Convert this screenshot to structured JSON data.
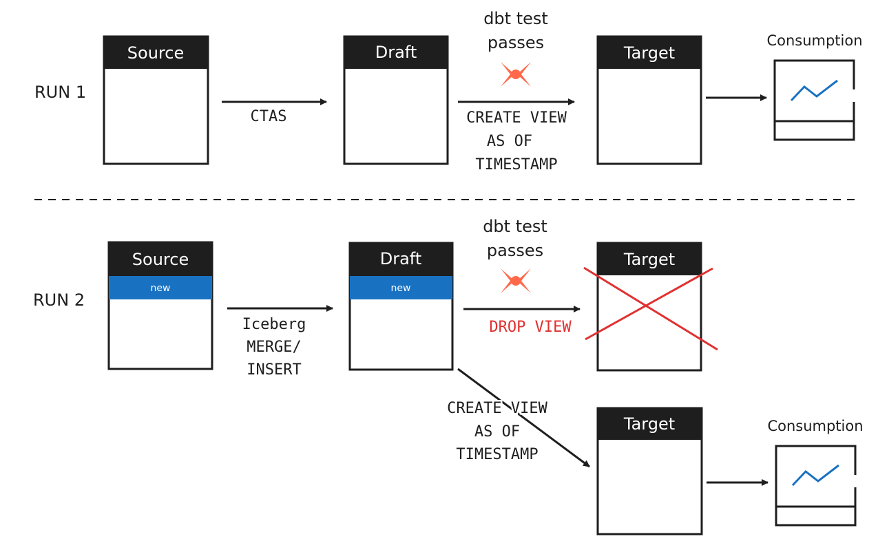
{
  "colors": {
    "ink": "#1e1e1e",
    "header_fill": "#1e1e1e",
    "header_text": "#ffffff",
    "new_band": "#1971c2",
    "drop_red": "#e03131",
    "dbt_orange": "#ff694a",
    "chart_line": "#1971c2"
  },
  "run1": {
    "label": "RUN 1",
    "source_title": "Source",
    "draft_title": "Draft",
    "target_title": "Target",
    "consumption_title": "Consumption",
    "ctas_label": "CTAS",
    "dbt_caption_line1": "dbt test",
    "dbt_caption_line2": "passes",
    "create_view_line1": "CREATE VIEW",
    "create_view_line2": "AS OF",
    "create_view_line3": "TIMESTAMP",
    "dbt_icon": "dbt-logo-icon",
    "chart_icon": "line-chart-icon"
  },
  "run2": {
    "label": "RUN 2",
    "source_title": "Source",
    "source_new": "new",
    "draft_title": "Draft",
    "draft_new": "new",
    "old_target_title": "Target",
    "new_target_title": "Target",
    "consumption_title": "Consumption",
    "merge_line1": "Iceberg",
    "merge_line2": "MERGE/",
    "merge_line3": "INSERT",
    "dbt_caption_line1": "dbt test",
    "dbt_caption_line2": "passes",
    "drop_view_label": "DROP VIEW",
    "create_view_line1": "CREATE VIEW",
    "create_view_line2": "AS OF",
    "create_view_line3": "TIMESTAMP",
    "dbt_icon": "dbt-logo-icon",
    "chart_icon": "line-chart-icon",
    "cross_icon": "cross-out-icon"
  }
}
